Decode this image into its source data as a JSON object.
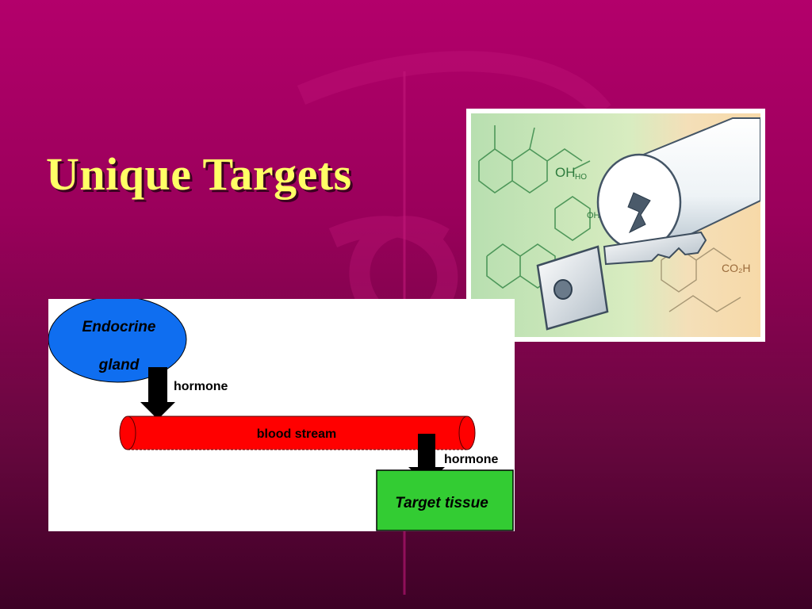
{
  "slide": {
    "title": "Unique Targets"
  },
  "key_lock_image": {
    "labels": {
      "oh_top": "OH",
      "oh_sub": "HO",
      "oh_small": "OH",
      "co2h": "CO₂H"
    }
  },
  "flow_diagram": {
    "endocrine_line1": "Endocrine",
    "endocrine_line2": "gland",
    "hormone_top": "hormone",
    "blood_stream": "blood stream",
    "hormone_bottom": "hormone",
    "target_tissue": "Target tissue"
  },
  "colors": {
    "title": "#ffff66",
    "gland": "#0f6ef0",
    "blood_stream": "#ff0000",
    "target_tissue": "#33cc33",
    "arrow": "#000000"
  }
}
